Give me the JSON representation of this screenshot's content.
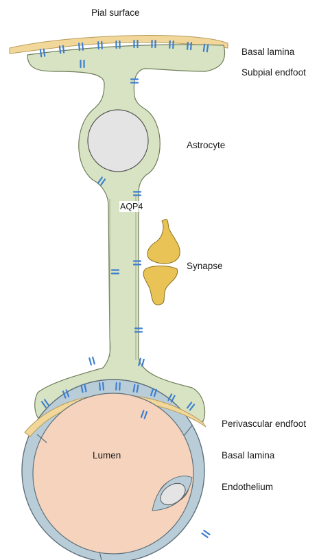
{
  "labels": {
    "pial_surface": "Pial surface",
    "basal_lamina_top": "Basal lamina",
    "subpial_endfoot": "Subpial endfoot",
    "astrocyte": "Astrocyte",
    "aqp4": "AQP4",
    "synapse": "Synapse",
    "perivascular_endfoot": "Perivascular endfoot",
    "basal_lamina_bottom": "Basal lamina",
    "lumen": "Lumen",
    "endothelium": "Endothelium"
  },
  "colors": {
    "astrocyte_fill": "#d7e3c2",
    "astrocyte_stroke": "#6e7d59",
    "basal_lamina": "#f2d79a",
    "synapse_fill": "#e9c356",
    "endothelium_fill": "#b9cdd8",
    "lumen_fill": "#f5d3bd",
    "nucleus_fill": "#e4e4e4",
    "aqp4_channel": "#3d7fd1",
    "outline": "#4a4a4a"
  }
}
